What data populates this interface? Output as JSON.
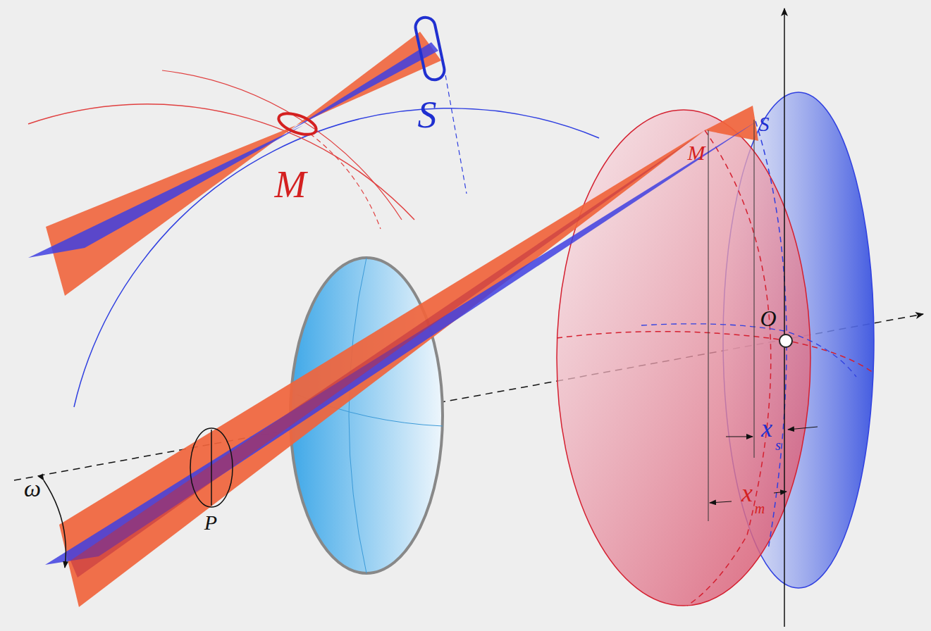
{
  "diagram": {
    "labels": [
      "S",
      "M",
      "M",
      "S",
      "O",
      "ω",
      "P",
      "x",
      "s",
      "x",
      "m"
    ]
  }
}
